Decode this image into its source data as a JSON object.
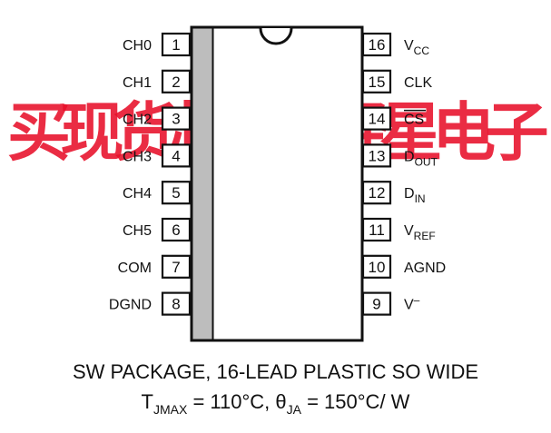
{
  "watermark": {
    "chars": [
      "买",
      "现",
      "货",
      "芯",
      "片",
      "选",
      "择",
      "星",
      "电",
      "子"
    ],
    "color": "#e8102a"
  },
  "ic": {
    "left_pins": [
      {
        "num": "1",
        "label": "CH0"
      },
      {
        "num": "2",
        "label": "CH1"
      },
      {
        "num": "3",
        "label": "CH2"
      },
      {
        "num": "4",
        "label": "CH3"
      },
      {
        "num": "5",
        "label": "CH4"
      },
      {
        "num": "6",
        "label": "CH5"
      },
      {
        "num": "7",
        "label": "COM"
      },
      {
        "num": "8",
        "label": "DGND"
      }
    ],
    "right_pins": [
      {
        "num": "16",
        "label": "V",
        "sub": "CC",
        "sup": "",
        "overline": false
      },
      {
        "num": "15",
        "label": "CLK",
        "sub": "",
        "sup": "",
        "overline": false
      },
      {
        "num": "14",
        "label": "CS",
        "sub": "",
        "sup": "",
        "overline": true
      },
      {
        "num": "13",
        "label": "D",
        "sub": "OUT",
        "sup": "",
        "overline": false
      },
      {
        "num": "12",
        "label": "D",
        "sub": "IN",
        "sup": "",
        "overline": false
      },
      {
        "num": "11",
        "label": "V",
        "sub": "REF",
        "sup": "",
        "overline": false
      },
      {
        "num": "10",
        "label": "AGND",
        "sub": "",
        "sup": "",
        "overline": false
      },
      {
        "num": "9",
        "label": "V",
        "sub": "",
        "sup": "–",
        "overline": false
      }
    ]
  },
  "caption": {
    "line1": "SW PACKAGE, 16-LEAD PLASTIC SO WIDE",
    "line2": {
      "t": "T",
      "t_sub": "JMAX",
      "t_rest": " = 110°C, θ",
      "theta_sub": "JA",
      "theta_rest": " = 150°C/ W"
    }
  }
}
